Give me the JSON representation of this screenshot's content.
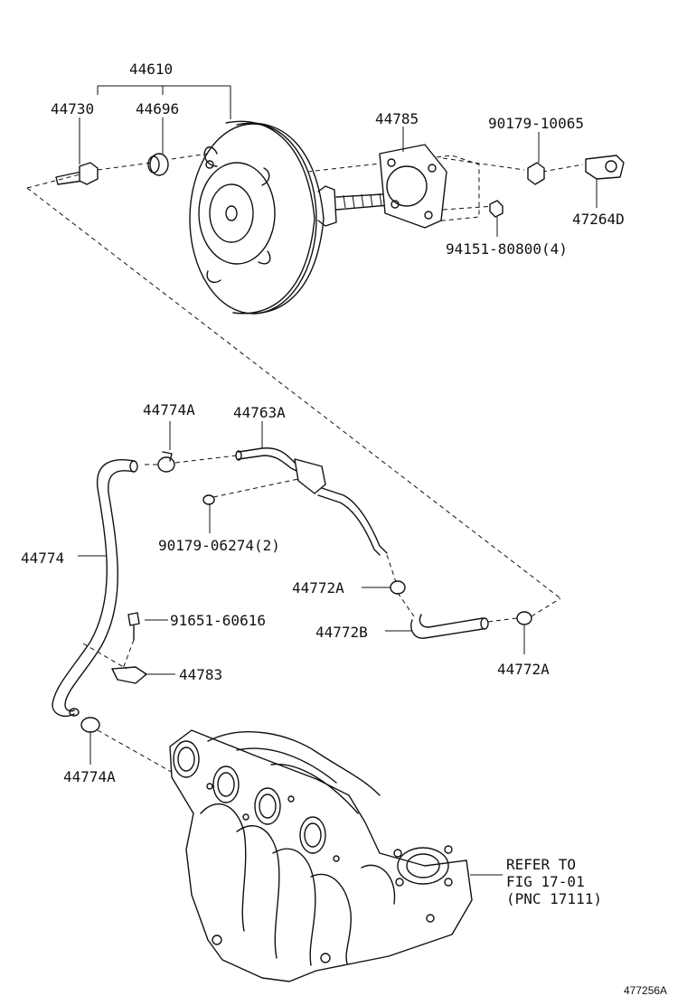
{
  "diagram": {
    "doc_number": "477256A",
    "parts": {
      "p44610": "44610",
      "p44730": "44730",
      "p44696": "44696",
      "p44785": "44785",
      "p90179_10065": "90179-10065",
      "p47264D": "47264D",
      "p94151_80800": "94151-80800(4)",
      "p44774A_top": "44774A",
      "p44763A": "44763A",
      "p90179_06274": "90179-06274(2)",
      "p44774": "44774",
      "p44772A_mid": "44772A",
      "p91651_60616": "91651-60616",
      "p44772B": "44772B",
      "p44772A_right": "44772A",
      "p44783": "44783",
      "p44774A_bottom": "44774A"
    },
    "refer": {
      "line1": "REFER TO",
      "line2": "FIG 17-01",
      "line3": "(PNC 17111)"
    }
  }
}
